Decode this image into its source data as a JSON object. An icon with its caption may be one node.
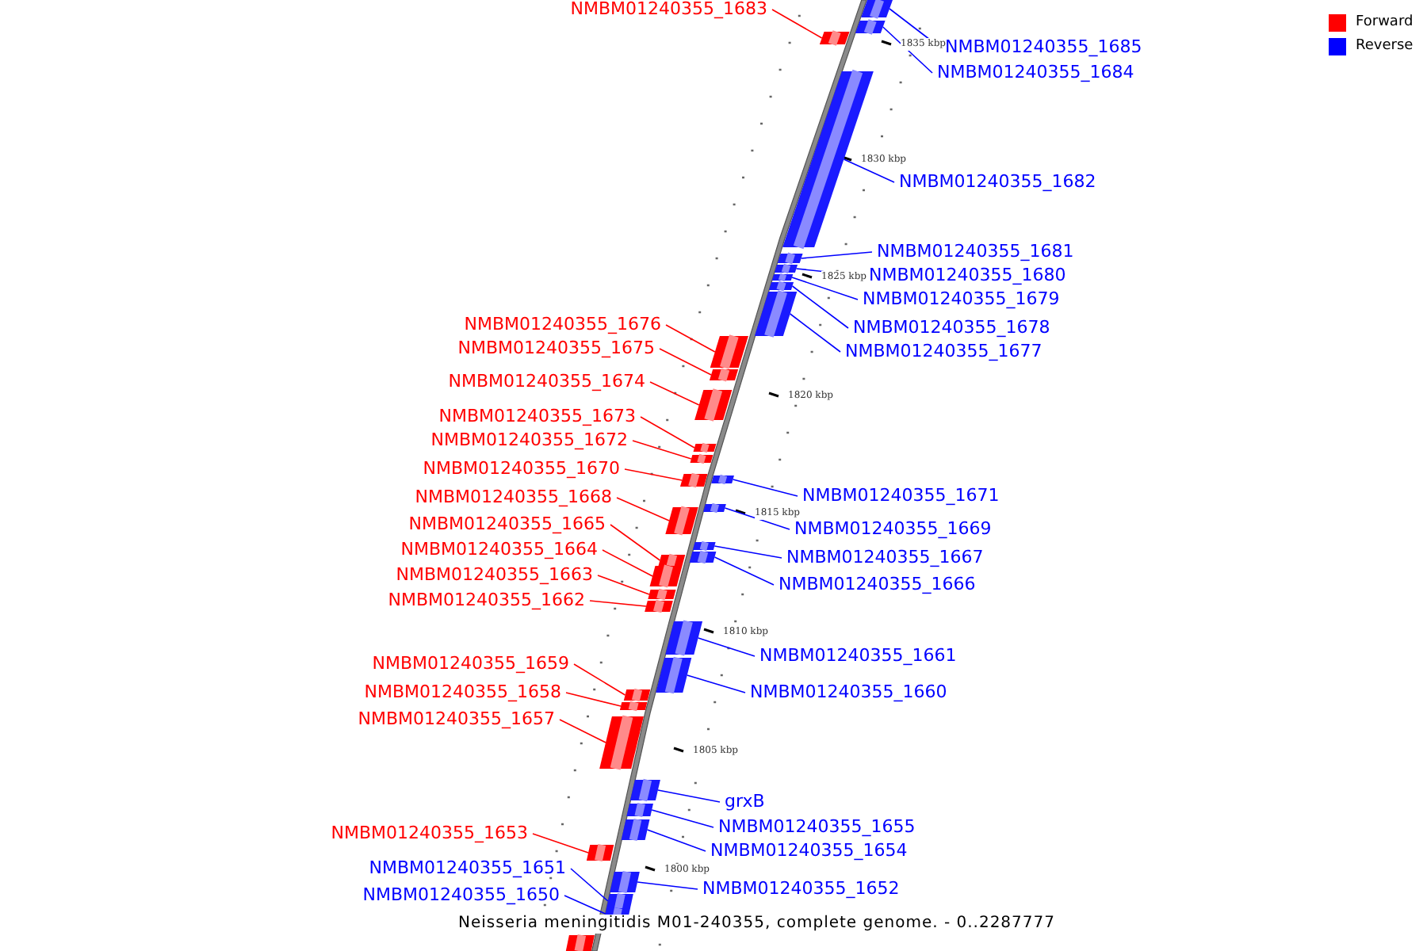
{
  "diagram": {
    "caption": "Neisseria meningitidis M01-240355, complete genome. - 0..2287777",
    "nodes": [
      {
        "text": [
          "NMBM01240355_1683"
        ]
      },
      {
        "text": [],
        "shape": "bar"
      },
      {
        "text": [
          "NMBM01240355_1685"
        ]
      },
      {
        "text": [],
        "shape": "bar"
      },
      {
        "text": [
          "NMBM01240355_1684"
        ]
      },
      {
        "text": [],
        "shape": "bar"
      },
      {
        "text": [
          "NMBM01240355_1682"
        ]
      },
      {
        "text": [],
        "shape": "bar"
      },
      {
        "text": [
          "NMBM01240355_1681"
        ]
      },
      {
        "text": [],
        "shape": "bar"
      },
      {
        "text": [
          "NMBM01240355_1680"
        ]
      },
      {
        "text": [],
        "shape": "bar"
      },
      {
        "text": [
          "NMBM01240355_1679"
        ]
      },
      {
        "text": [],
        "shape": "bar"
      },
      {
        "text": [
          "NMBM01240355_1678"
        ]
      },
      {
        "text": [],
        "shape": "bar"
      },
      {
        "text": [
          "NMBM01240355_1677"
        ]
      },
      {
        "text": [],
        "shape": "bar"
      },
      {
        "text": [
          "NMBM01240355_1676"
        ]
      },
      {
        "text": [],
        "shape": "bar"
      },
      {
        "text": [
          "NMBM01240355_1675"
        ]
      },
      {
        "text": [],
        "shape": "bar"
      },
      {
        "text": [
          "NMBM01240355_1674"
        ]
      },
      {
        "text": [],
        "shape": "bar"
      },
      {
        "text": [
          "NMBM01240355_1673"
        ]
      },
      {
        "text": [],
        "shape": "bar"
      },
      {
        "text": [
          "NMBM01240355_1672"
        ]
      },
      {
        "text": [],
        "shape": "bar"
      },
      {
        "text": [
          "NMBM01240355_1670"
        ]
      },
      {
        "text": [],
        "shape": "bar"
      },
      {
        "text": [
          "NMBM01240355_1671"
        ]
      },
      {
        "text": [],
        "shape": "bar"
      },
      {
        "text": [
          "NMBM01240355_1668"
        ]
      },
      {
        "text": [],
        "shape": "bar"
      },
      {
        "text": [
          "NMBM01240355_1669"
        ]
      },
      {
        "text": [],
        "shape": "bar"
      },
      {
        "text": [
          "NMBM01240355_1665"
        ]
      },
      {
        "text": [],
        "shape": "bar"
      },
      {
        "text": [
          "NMBM01240355_1667"
        ]
      },
      {
        "text": [],
        "shape": "bar"
      },
      {
        "text": [
          "NMBM01240355_1664"
        ]
      },
      {
        "text": [],
        "shape": "bar"
      },
      {
        "text": [
          "NMBM01240355_1666"
        ]
      },
      {
        "text": [],
        "shape": "bar"
      },
      {
        "text": [
          "NMBM01240355_1663"
        ]
      },
      {
        "text": [],
        "shape": "bar"
      },
      {
        "text": [
          "NMBM01240355_1662"
        ]
      },
      {
        "text": [],
        "shape": "bar"
      },
      {
        "text": [
          "NMBM01240355_1661"
        ]
      },
      {
        "text": [],
        "shape": "bar"
      },
      {
        "text": [
          "NMBM01240355_1659"
        ]
      },
      {
        "text": [],
        "shape": "bar"
      },
      {
        "text": [
          "NMBM01240355_1660"
        ]
      },
      {
        "text": [],
        "shape": "bar"
      },
      {
        "text": [
          "NMBM01240355_1658"
        ]
      },
      {
        "text": [],
        "shape": "bar"
      },
      {
        "text": [
          "NMBM01240355_1657"
        ]
      },
      {
        "text": [],
        "shape": "bar"
      },
      {
        "text": [
          "grxB"
        ]
      },
      {
        "text": [],
        "shape": "bar"
      },
      {
        "text": [
          "NMBM01240355_1655"
        ]
      },
      {
        "text": [],
        "shape": "bar"
      },
      {
        "text": [
          "NMBM01240355_1653"
        ]
      },
      {
        "text": [],
        "shape": "bar"
      },
      {
        "text": [
          "NMBM01240355_1654"
        ]
      },
      {
        "text": [],
        "shape": "bar"
      },
      {
        "text": [
          "NMBM01240355_1651"
        ]
      },
      {
        "text": [],
        "shape": "bar"
      },
      {
        "text": [
          "NMBM01240355_1652"
        ]
      },
      {
        "text": [],
        "shape": "bar"
      },
      {
        "text": [
          "NMBM01240355_1650"
        ]
      },
      {
        "text": [],
        "shape": "bar"
      },
      {
        "text": [],
        "shape": "bar"
      },
      {
        "text": [],
        "shape": "bar"
      }
    ],
    "edges": [
      {
        "from": 0,
        "to": 1,
        "arrow": "none",
        "color": "#ff0000"
      },
      {
        "from": 2,
        "to": 3,
        "arrow": "none"
      },
      {
        "from": 4,
        "to": 5,
        "arrow": "none"
      },
      {
        "from": 6,
        "to": 7,
        "arrow": "none"
      },
      {
        "from": 8,
        "to": 9,
        "arrow": "none"
      },
      {
        "from": 10,
        "to": 11,
        "arrow": "none"
      },
      {
        "from": 12,
        "to": 13,
        "arrow": "none"
      },
      {
        "from": 14,
        "to": 15,
        "arrow": "none"
      },
      {
        "from": 16,
        "to": 17,
        "arrow": "none"
      },
      {
        "from": 18,
        "to": 19,
        "arrow": "none",
        "color": "#ff0000"
      },
      {
        "from": 20,
        "to": 21,
        "arrow": "none",
        "color": "#ff0000"
      },
      {
        "from": 22,
        "to": 23,
        "arrow": "none",
        "color": "#ff0000"
      },
      {
        "from": 24,
        "to": 25,
        "arrow": "none",
        "color": "#ff0000"
      },
      {
        "from": 26,
        "to": 27,
        "arrow": "none",
        "color": "#ff0000"
      },
      {
        "from": 28,
        "to": 29,
        "arrow": "none",
        "color": "#ff0000"
      },
      {
        "from": 30,
        "to": 31,
        "arrow": "none"
      },
      {
        "from": 32,
        "to": 33,
        "arrow": "none",
        "color": "#ff0000"
      },
      {
        "from": 34,
        "to": 35,
        "arrow": "none"
      },
      {
        "from": 36,
        "to": 37,
        "arrow": "none",
        "color": "#ff0000"
      },
      {
        "from": 38,
        "to": 39,
        "arrow": "none"
      },
      {
        "from": 40,
        "to": 41,
        "arrow": "none",
        "color": "#ff0000"
      },
      {
        "from": 42,
        "to": 43,
        "arrow": "none"
      },
      {
        "from": 44,
        "to": 45,
        "arrow": "none",
        "color": "#ff0000"
      },
      {
        "from": 46,
        "to": 47,
        "arrow": "none",
        "color": "#ff0000"
      },
      {
        "from": 48,
        "to": 49,
        "arrow": "none"
      },
      {
        "from": 50,
        "to": 51,
        "arrow": "none",
        "color": "#ff0000"
      },
      {
        "from": 52,
        "to": 53,
        "arrow": "none"
      },
      {
        "from": 54,
        "to": 55,
        "arrow": "none",
        "color": "#ff0000"
      },
      {
        "from": 56,
        "to": 57,
        "arrow": "none",
        "color": "#ff0000"
      },
      {
        "from": 58,
        "to": 59,
        "arrow": "none"
      },
      {
        "from": 60,
        "to": 61,
        "arrow": "none"
      },
      {
        "from": 62,
        "to": 63,
        "arrow": "none",
        "color": "#ff0000"
      },
      {
        "from": 64,
        "to": 65,
        "arrow": "none"
      },
      {
        "from": 66,
        "to": 67,
        "arrow": "none"
      },
      {
        "from": 68,
        "to": 69,
        "arrow": "none"
      },
      {
        "from": 70,
        "to": 71,
        "arrow": "none"
      }
    ],
    "labels": [
      "1835 kbp",
      "1830 kbp",
      "1825 kbp",
      "1820 kbp",
      "1815 kbp",
      "1810 kbp",
      "1805 kbp",
      "1800 kbp"
    ],
    "legend": [
      {
        "text": "Forward",
        "color": "#ff0000"
      },
      {
        "text": "Reverse",
        "color": "#0000ff"
      }
    ]
  }
}
